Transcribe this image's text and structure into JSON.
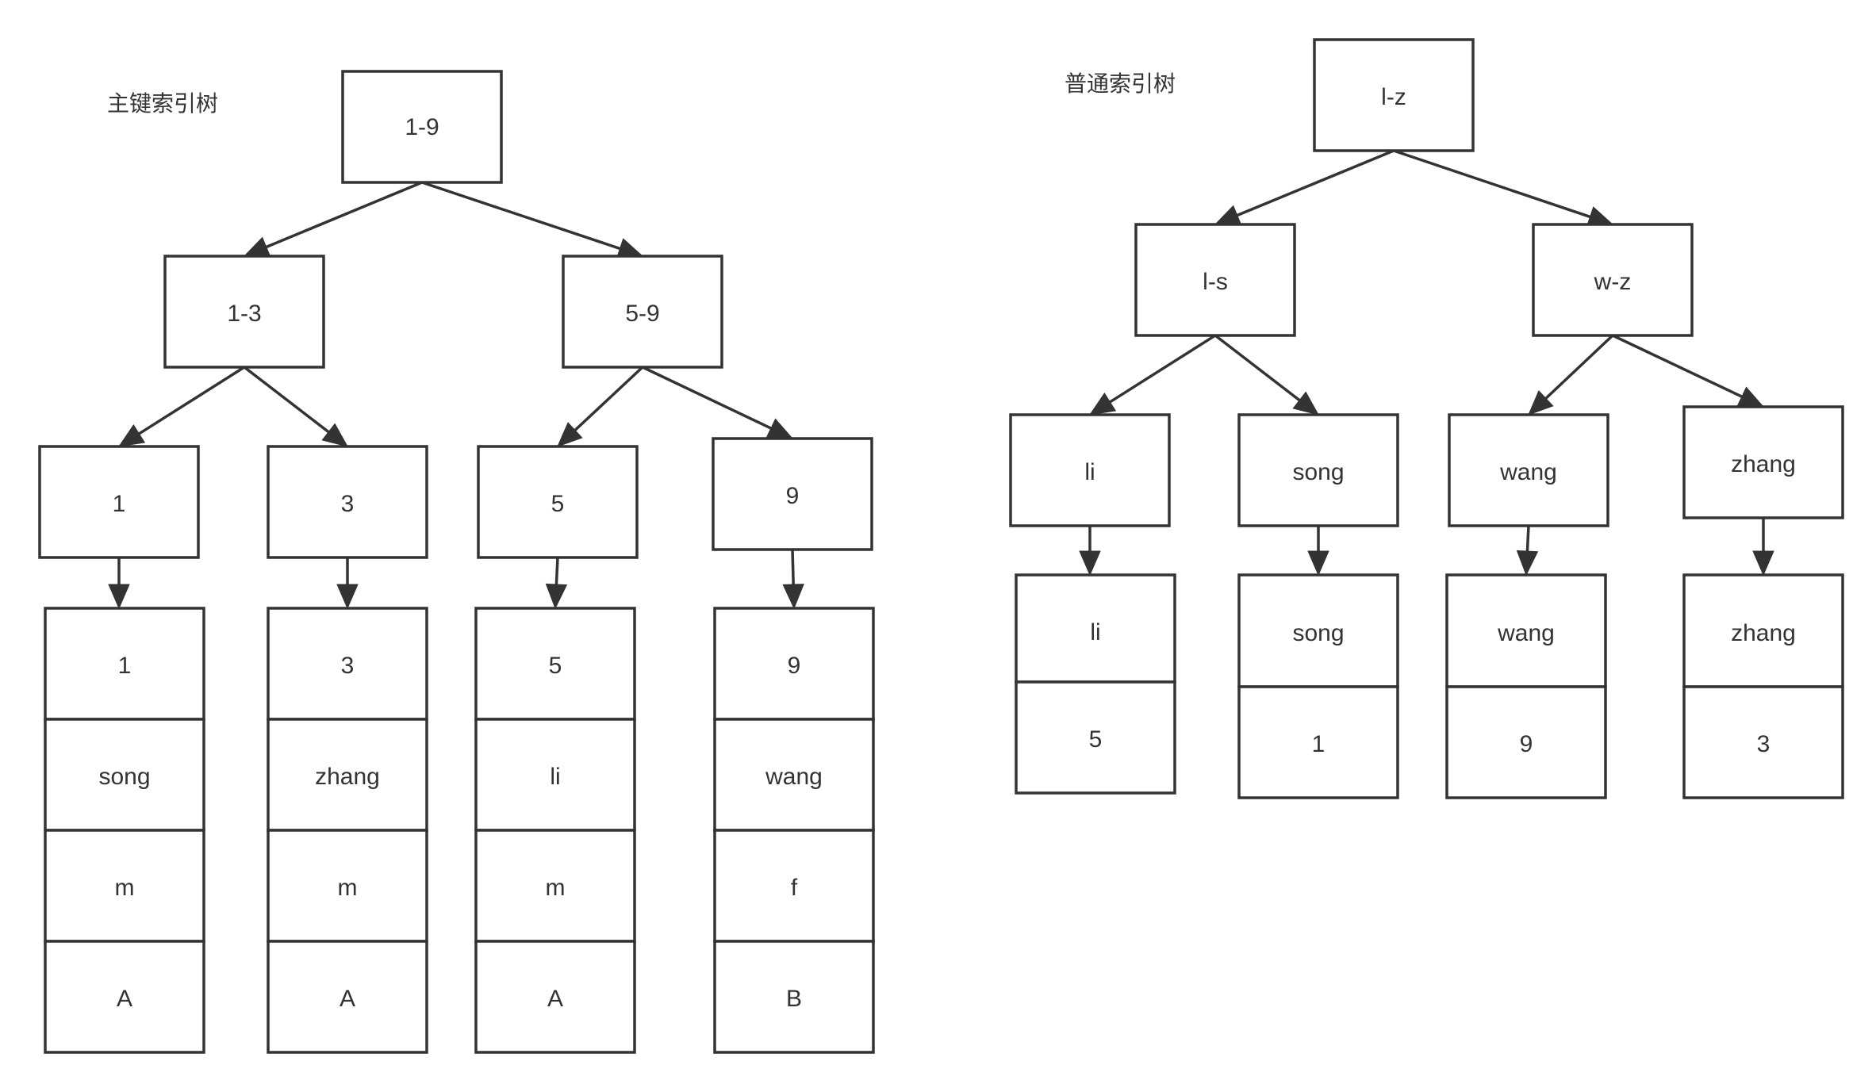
{
  "primary_tree": {
    "title": "主键索引树",
    "root": "1-9",
    "level1": [
      "1-3",
      "5-9"
    ],
    "leaves": [
      "1",
      "3",
      "5",
      "9"
    ],
    "rows": [
      [
        "1",
        "song",
        "m",
        "A"
      ],
      [
        "3",
        "zhang",
        "m",
        "A"
      ],
      [
        "5",
        "li",
        "m",
        "A"
      ],
      [
        "9",
        "wang",
        "f",
        "B"
      ]
    ]
  },
  "secondary_tree": {
    "title": "普通索引树",
    "root": "l-z",
    "level1": [
      "l-s",
      "w-z"
    ],
    "leaves": [
      "li",
      "song",
      "wang",
      "zhang"
    ],
    "rows": [
      [
        "li",
        "5"
      ],
      [
        "song",
        "1"
      ],
      [
        "wang",
        "9"
      ],
      [
        "zhang",
        "3"
      ]
    ]
  },
  "colors": {
    "stroke": "#333333",
    "background": "#ffffff"
  }
}
